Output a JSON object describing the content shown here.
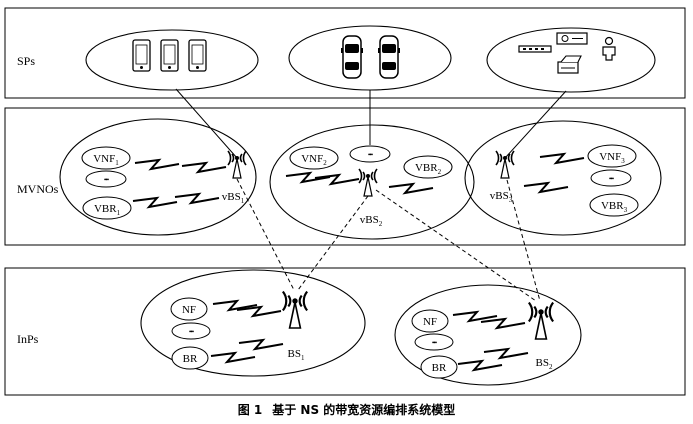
{
  "layers": {
    "sp": "SPs",
    "mvno": "MVNOs",
    "inp": "InPs"
  },
  "mvno_nodes": {
    "vnf1": {
      "base": "VNF",
      "sub": "1"
    },
    "dots1": "•••",
    "vbr1": {
      "base": "VBR",
      "sub": "1"
    },
    "vbs1": {
      "base": "vBS",
      "sub": "1"
    },
    "vnf2": {
      "base": "VNF",
      "sub": "2"
    },
    "dots2": "•••",
    "vbr2": {
      "base": "VBR",
      "sub": "2"
    },
    "vbs2": {
      "base": "vBS",
      "sub": "2"
    },
    "vbs3": {
      "base": "vBS",
      "sub": "3"
    },
    "vnf3": {
      "base": "VNF",
      "sub": "3"
    },
    "dots3": "•••",
    "vbr3": {
      "base": "VBR",
      "sub": "3"
    }
  },
  "inp_nodes": {
    "nf1": "NF",
    "dots1": "•••",
    "br1": "BR",
    "bs1": {
      "base": "BS",
      "sub": "1"
    },
    "nf2": "NF",
    "dots2": "•••",
    "br2": "BR",
    "bs2": {
      "base": "BS",
      "sub": "2"
    }
  },
  "caption": {
    "number": "图 1",
    "title": "基于 NS 的带宽资源编排系统模型"
  },
  "icons": [
    "smartphone-icon",
    "car-icon",
    "set-top-box-icon",
    "projector-icon",
    "printer-icon",
    "person-icon",
    "antenna-icon",
    "lightning-link-icon"
  ]
}
